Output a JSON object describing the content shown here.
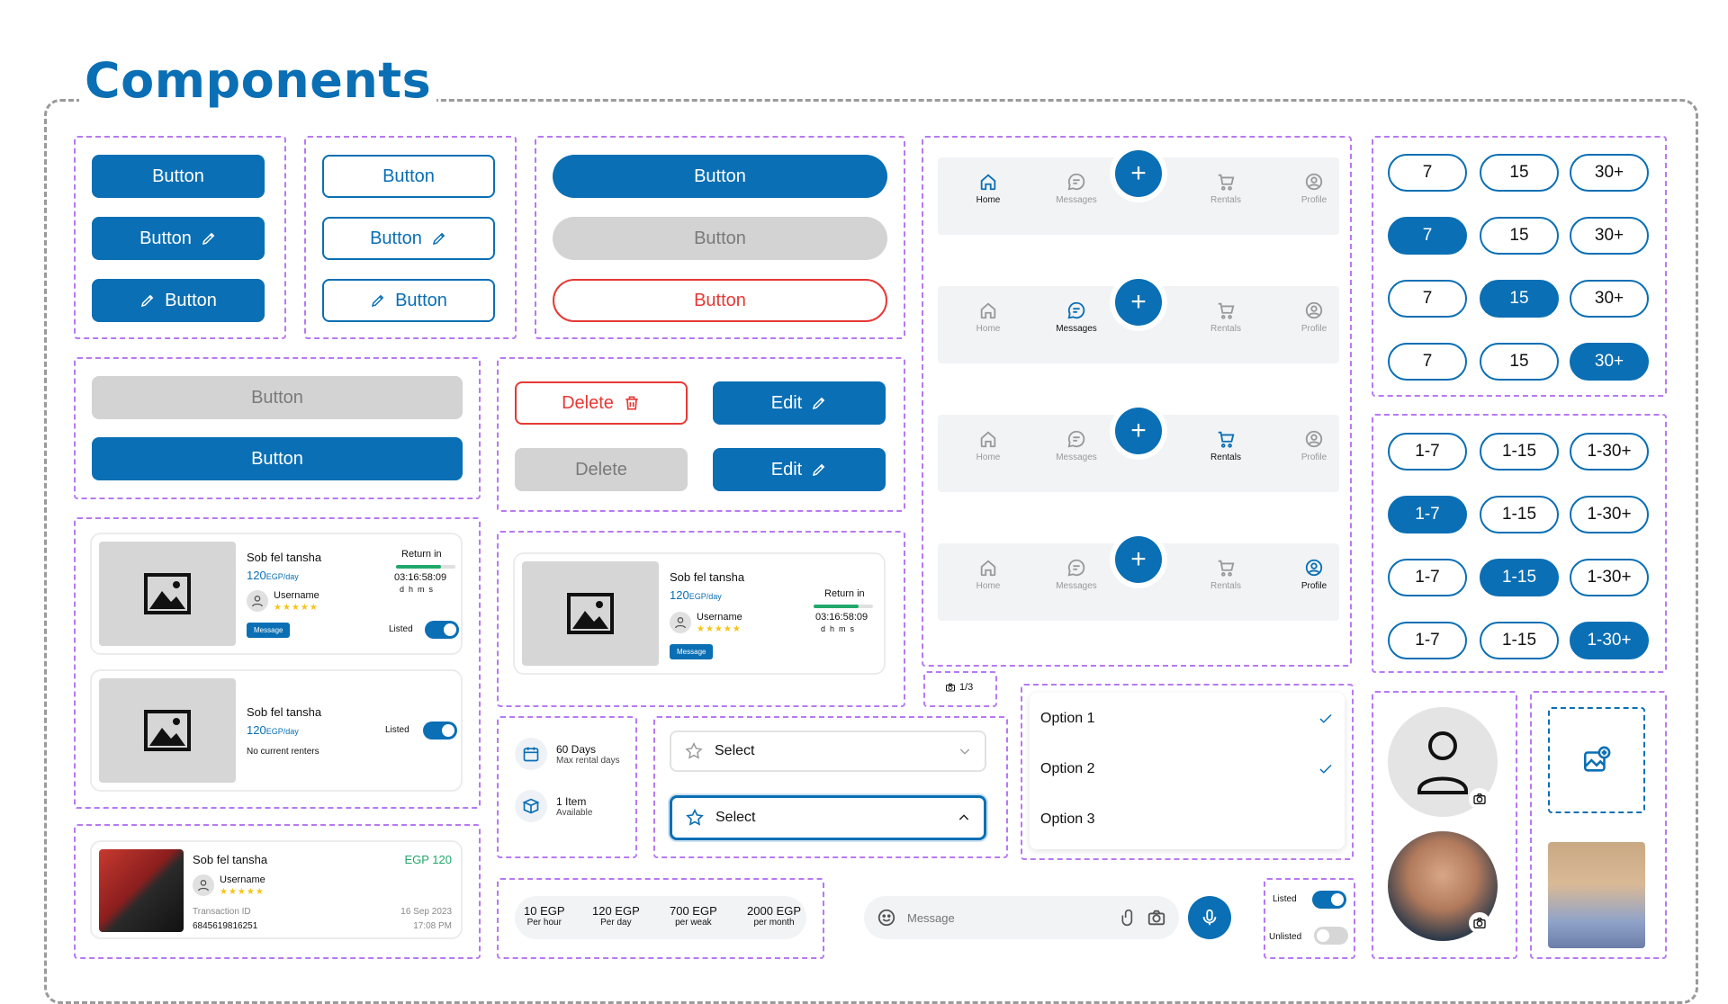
{
  "page": {
    "title": "Components"
  },
  "colors": {
    "primary": "#0a6fb4",
    "danger": "#e53935",
    "disabled": "#d3d3d3",
    "success": "#20a86b",
    "dashed_border": "#b779f2"
  },
  "buttons": {
    "solid": [
      "Button",
      "Button",
      "Button"
    ],
    "outline": [
      "Button",
      "Button",
      "Button"
    ],
    "pill": [
      "Button",
      "Button",
      "Button"
    ],
    "wide": [
      "Button",
      "Button"
    ],
    "delete": "Delete",
    "delete_disabled": "Delete",
    "edit": "Edit",
    "edit2": "Edit"
  },
  "navbar": {
    "items": [
      "Home",
      "Messages",
      "Rentals",
      "Profile"
    ],
    "fab": "+"
  },
  "chips_single": [
    [
      "7",
      "15",
      "30+"
    ],
    [
      "7",
      "15",
      "30+"
    ],
    [
      "7",
      "15",
      "30+"
    ],
    [
      "7",
      "15",
      "30+"
    ]
  ],
  "chips_range": [
    [
      "1-7",
      "1-15",
      "1-30+"
    ],
    [
      "1-7",
      "1-15",
      "1-30+"
    ],
    [
      "1-7",
      "1-15",
      "1-30+"
    ],
    [
      "1-7",
      "1-15",
      "1-30+"
    ]
  ],
  "rental_card": {
    "name": "Sob fel tansha",
    "price": "120",
    "price_unit": "EGP/day",
    "username": "Username",
    "message": "Message",
    "return_in": "Return in",
    "countdown": "03:16:58:09",
    "countdown_units": "d  h  m  s",
    "listed": "Listed",
    "no_renters": "No current renters",
    "progress": 0.75
  },
  "transaction": {
    "name": "Sob fel tansha",
    "price": "EGP 120",
    "username": "Username",
    "tx_label": "Transaction ID",
    "tx_id": "6845619816251",
    "date": "16 Sep 2023",
    "time": "17:08 PM"
  },
  "info": {
    "days": "60 Days",
    "days_sub": "Max rental days",
    "items": "1 Item",
    "items_sub": "Available"
  },
  "selects": {
    "closed": "Select",
    "open": "Select"
  },
  "photo_counter": "1/3",
  "dropdown": {
    "options": [
      "Option 1",
      "Option 2",
      "Option 3"
    ]
  },
  "pricing": [
    {
      "price": "10 EGP",
      "unit": "Per hour"
    },
    {
      "price": "120 EGP",
      "unit": "Per day"
    },
    {
      "price": "700 EGP",
      "unit": "per weak"
    },
    {
      "price": "2000 EGP",
      "unit": "per month"
    }
  ],
  "message_input": {
    "placeholder": "Message"
  },
  "listing_toggles": {
    "listed": "Listed",
    "unlisted": "Unlisted"
  },
  "icons": [
    "pencil-icon",
    "trash-icon",
    "image-icon",
    "home-icon",
    "chat-icon",
    "cart-icon",
    "profile-icon",
    "star-icon",
    "chevron-icon",
    "check-icon",
    "calendar-icon",
    "box-icon",
    "camera-icon",
    "clip-icon",
    "mic-icon",
    "emoji-icon",
    "add-image-icon"
  ]
}
